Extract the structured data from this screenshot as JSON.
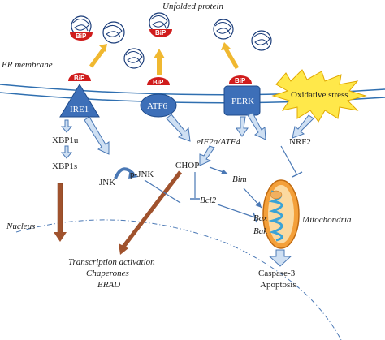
{
  "labels": {
    "unfolded_protein": "Unfolded protein",
    "er_membrane": "ER membrane",
    "bip": "BiP",
    "ire1": "IRE1",
    "atf6": "ATF6",
    "perk": "PERK",
    "oxidative_stress": "Oxidative stress",
    "xbp1u": "XBP1u",
    "xbp1s": "XBP1s",
    "jnk": "JNK",
    "p_jnk": "p-JNK",
    "eif2a_atf4": "eIF2a/ATF4",
    "nrf2": "NRF2",
    "chop": "CHOP",
    "bim": "Bim",
    "bcl2": "Bcl2",
    "bax": "Bax",
    "bak": "Bak",
    "mitochondria": "Mitochondria",
    "nucleus": "Nucleus",
    "transcription_activation": "Transcription activation",
    "chaperones": "Chaperones",
    "erad": "ERAD",
    "caspase3": "Caspase-3",
    "apoptosis": "Apoptosis"
  },
  "colors": {
    "membrane": "#2f6fb0",
    "sensor_fill": "#3d6fb8",
    "bip_fill": "#d01c1c",
    "arrow_fill": "#cfe0f3",
    "arrow_stroke": "#4a78b5",
    "release_arrow": "#f0b830",
    "nucleus_arrow": "#a0522d",
    "burst_fill": "#ffe84a",
    "mito_outer": "#f4a03a",
    "mito_inner": "#3aa3d6"
  },
  "icons": [
    "tangled-protein-icon",
    "mitochondrion-icon",
    "oxidative-stress-burst-icon"
  ]
}
